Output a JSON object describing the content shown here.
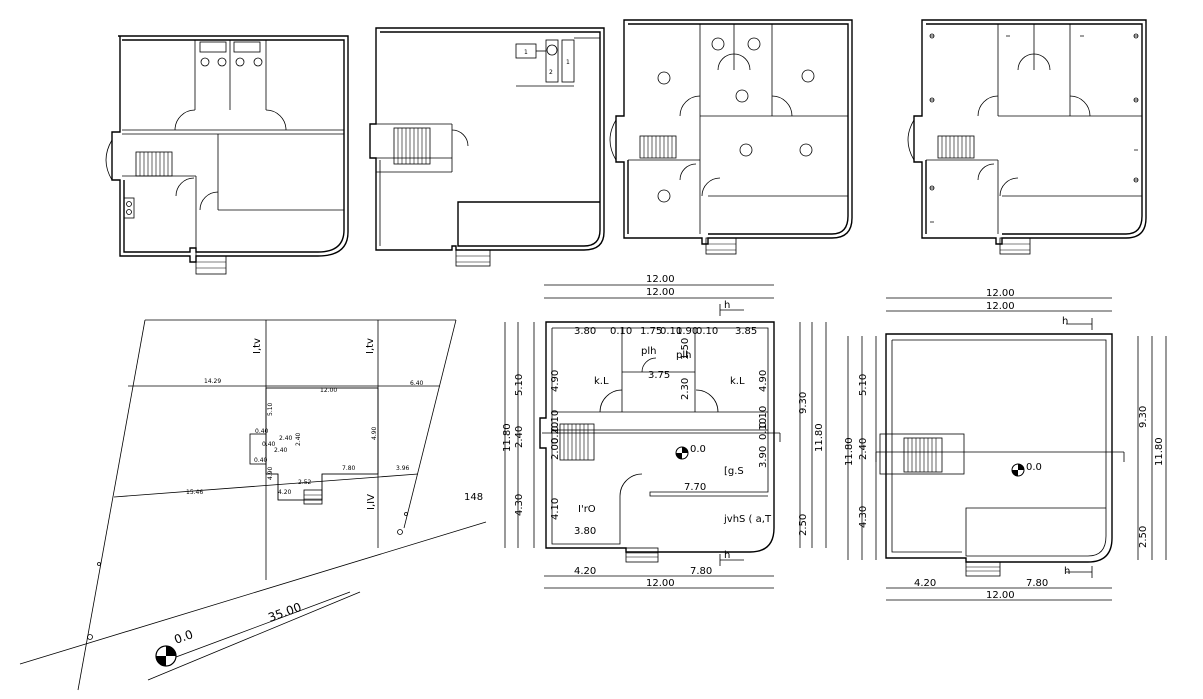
{
  "site_plan": {
    "labels": [
      "I,tv",
      "I,tv",
      "14.29",
      "12.00",
      "6.40",
      "5.10",
      "4.90",
      "0.40",
      "2.40",
      "0.40",
      "2.40",
      "2.40",
      "0.40",
      "4.90",
      "7.80",
      "3.96",
      "15.46",
      "4.20",
      "2.52",
      "I,IV",
      "148",
      "35.00",
      "0.0"
    ]
  },
  "plan_a": {
    "labels": [
      "12.00",
      "12.00",
      "h",
      "3.80",
      "0.10",
      "1.75",
      "0.10",
      "1.90",
      "0.10",
      "3.85",
      "plh",
      "1.50",
      "plh",
      "k.L",
      "3.75",
      "k.L",
      "2.30",
      "4.90",
      "4.90",
      "0.10",
      "5.10",
      "2.40",
      "4.30",
      "11.80",
      "9.30",
      "11.80",
      "0.10",
      "2.00",
      "0.20",
      "0.0",
      "3.90",
      "0.10",
      "[g.S",
      "7.70",
      "I'rO",
      "jvhS ( a,T",
      "4.10",
      "3.80",
      "2.50",
      "h",
      "4.20",
      "7.80",
      "12.00"
    ]
  },
  "plan_b": {
    "labels": [
      "12.00",
      "12.00",
      "h",
      "5.10",
      "2.40",
      "4.30",
      "11.80",
      "9.30",
      "2.50",
      "11.80",
      "0.0",
      "h",
      "4.20",
      "7.80",
      "12.00"
    ]
  }
}
